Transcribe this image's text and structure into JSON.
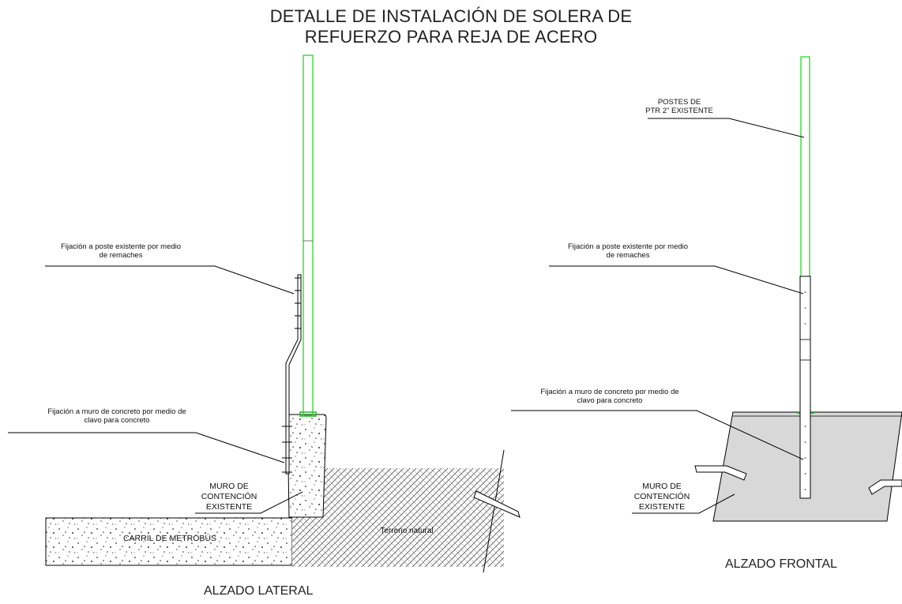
{
  "title": {
    "line1": "DETALLE DE INSTALACIÓN DE SOLERA DE",
    "line2": "REFUERZO PARA REJA DE ACERO"
  },
  "views": {
    "lateral": "ALZADO LATERAL",
    "frontal": "ALZADO FRONTAL"
  },
  "lateral": {
    "note_remaches": [
      "Fijación a poste existente por medio",
      "de remaches"
    ],
    "note_clavo": [
      "Fijación a muro de concreto por medio de",
      "clavo para concreto"
    ],
    "muro": [
      "MURO DE",
      "CONTENCIÓN",
      "EXISTENTE"
    ],
    "carril": "CARRIL DE METROBÚS",
    "terreno": "Terreno natural"
  },
  "frontal": {
    "postes": [
      "POSTES DE",
      "PTR 2\" EXISTENTE"
    ],
    "note_remaches": [
      "Fijación a poste existente por medio",
      "de remaches"
    ],
    "note_clavo": [
      "Fijación a muro de concreto por medio de",
      "clavo para concreto"
    ],
    "muro": [
      "MURO DE",
      "CONTENCIÓN",
      "EXISTENTE"
    ]
  },
  "colors": {
    "post": "#33dd33",
    "concrete_fill": "#d8d8d8",
    "line": "#000000"
  }
}
